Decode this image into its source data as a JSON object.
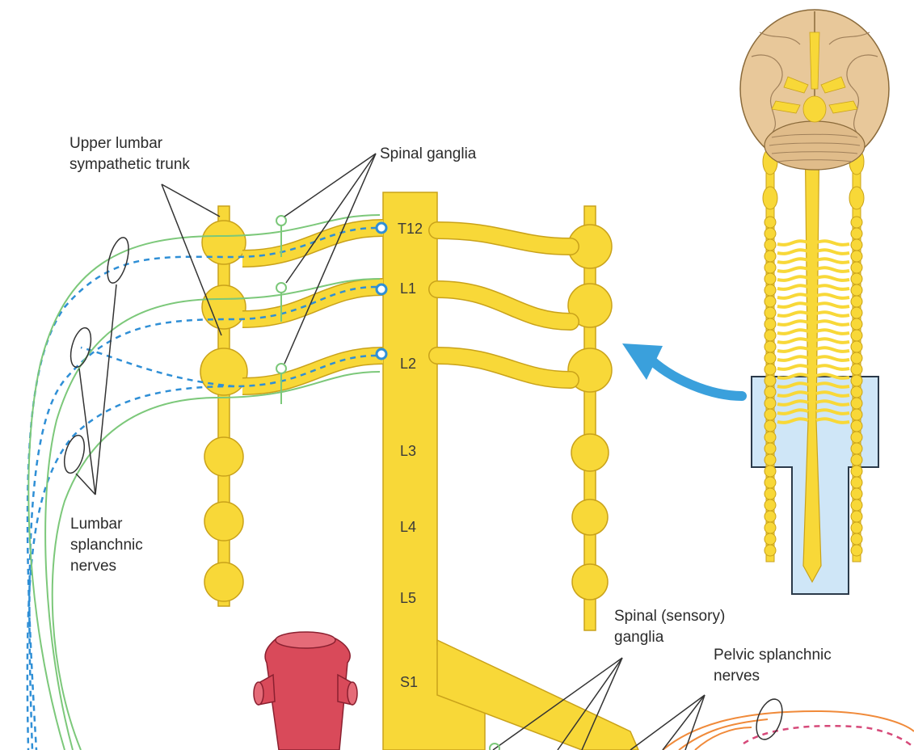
{
  "labels": {
    "upper_lumbar_trunk": [
      "Upper lumbar",
      "sympathetic trunk"
    ],
    "spinal_ganglia": "Spinal ganglia",
    "lumbar_splanchnic": [
      "Lumbar",
      "splanchnic",
      "nerves"
    ],
    "spinal_sensory_ganglia": [
      "Spinal (sensory)",
      "ganglia"
    ],
    "pelvic_splanchnic": [
      "Pelvic splanchnic",
      "nerves"
    ]
  },
  "segments": [
    "T12",
    "L1",
    "L2",
    "L3",
    "L4",
    "L5",
    "S1"
  ],
  "colors": {
    "nerve_yellow": "#f8d838",
    "nerve_outline": "#c9a21a",
    "sympathetic_green": "#7cc87a",
    "preganglionic_blue": "#2f8fd6",
    "parasympathetic_orange": "#f08a3a",
    "pelvic_pink": "#d64a7a",
    "highlight_blue": "#cfe6f7",
    "aorta_red": "#d94a5a",
    "arrow_blue": "#3aa0dc",
    "brain_tan": "#e8c89a"
  }
}
